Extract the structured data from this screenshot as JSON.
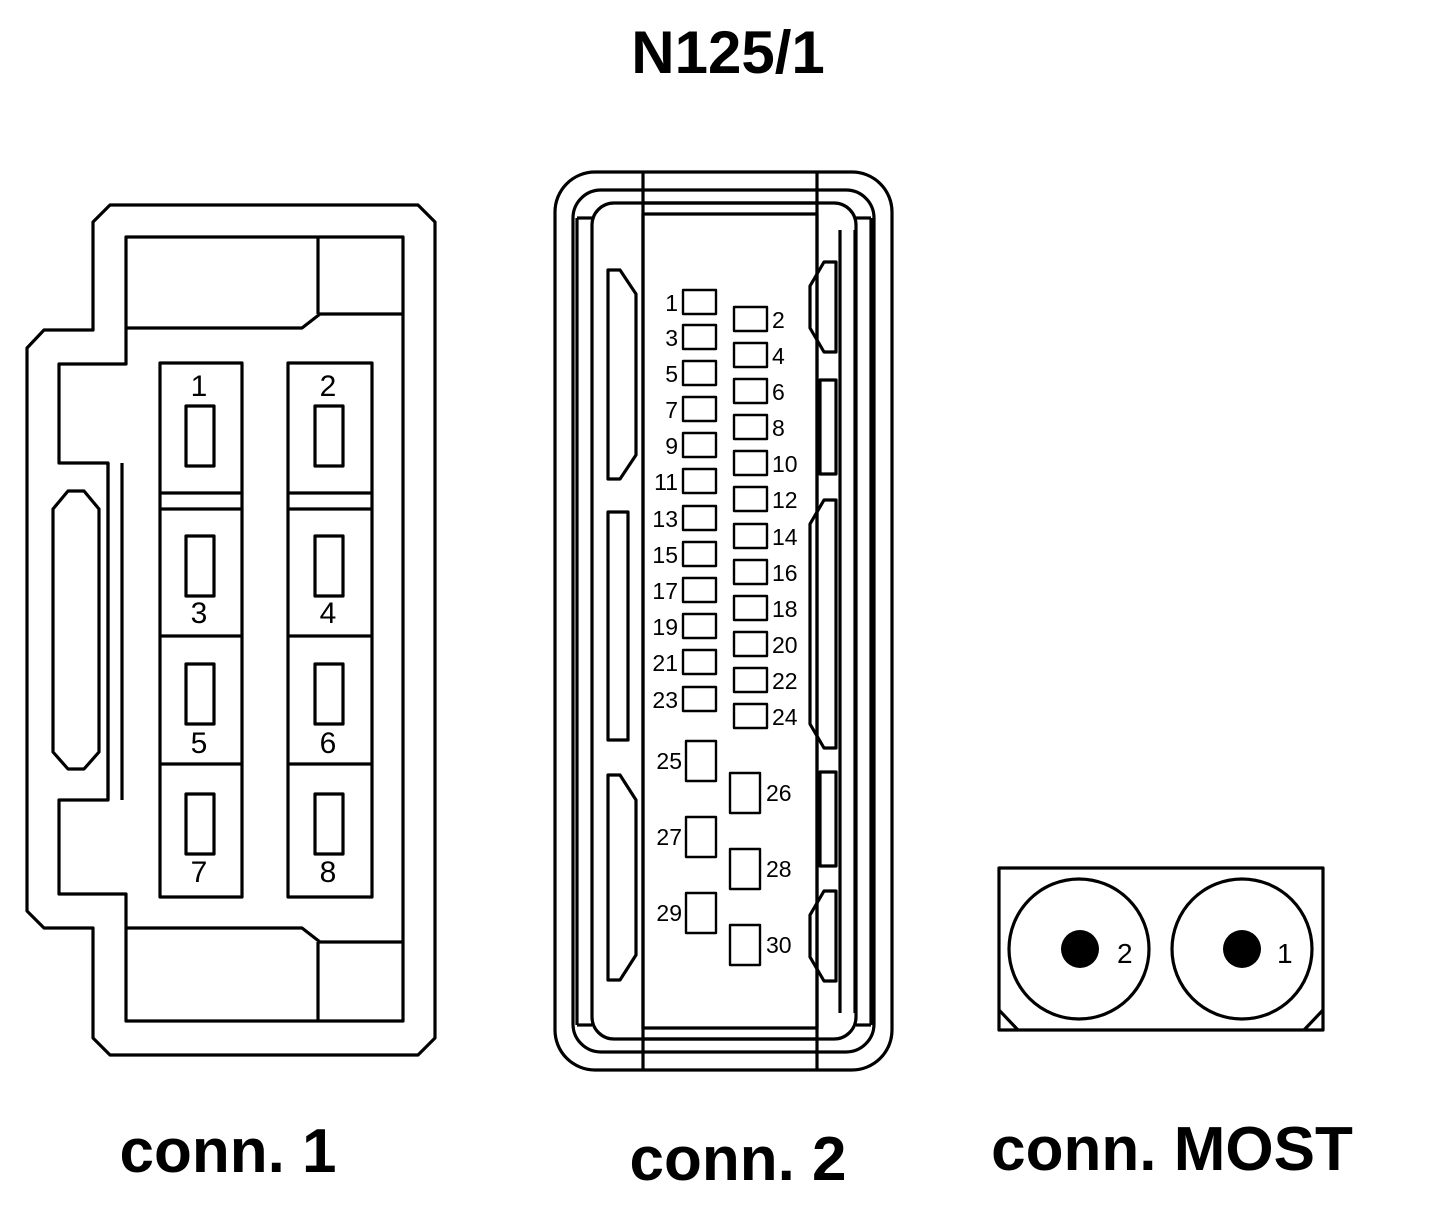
{
  "title": "N125/1",
  "connectors": [
    {
      "caption": "conn. 1",
      "pins": [
        "1",
        "2",
        "3",
        "4",
        "5",
        "6",
        "7",
        "8"
      ]
    },
    {
      "caption": "conn. 2",
      "pins": [
        "1",
        "2",
        "3",
        "4",
        "5",
        "6",
        "7",
        "8",
        "9",
        "10",
        "11",
        "12",
        "13",
        "14",
        "15",
        "16",
        "17",
        "18",
        "19",
        "20",
        "21",
        "22",
        "23",
        "24",
        "25",
        "26",
        "27",
        "28",
        "29",
        "30"
      ]
    },
    {
      "caption": "conn. MOST",
      "pins": [
        "2",
        "1"
      ]
    }
  ]
}
